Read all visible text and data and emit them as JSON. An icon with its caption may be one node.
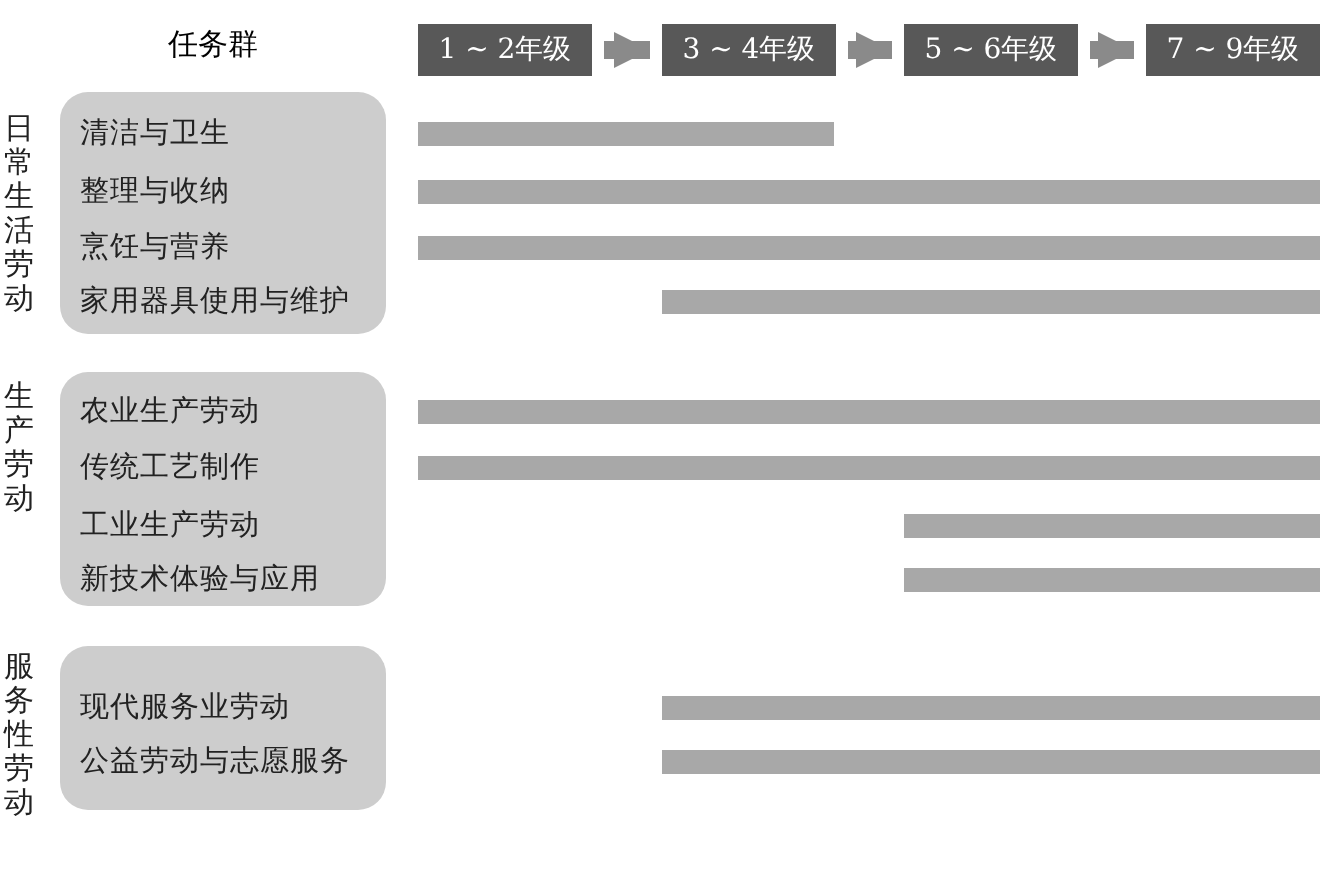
{
  "diagram": {
    "nodes": [
      {
        "text": [
          "1 ~ 2年级"
        ]
      },
      {
        "text": [
          "3 ~ 4年级"
        ]
      },
      {
        "text": [
          "5 ~ 6年级"
        ]
      },
      {
        "text": [
          "7 ~ 9年级"
        ]
      },
      {
        "text": [
          "日常生活劳动",
          "清洁与卫生",
          "整理与收纳",
          "烹饪与营养",
          "家用器具使用与维护"
        ]
      },
      {
        "text": [
          "生产劳动",
          "农业生产劳动",
          "传统工艺制作",
          "工业生产劳动",
          "新技术体验与应用"
        ]
      },
      {
        "text": [
          "服务性劳动",
          "现代服务业劳动",
          "公益劳动与志愿服务"
        ]
      },
      {
        "text": [],
        "shape": "bar"
      },
      {
        "text": [],
        "shape": "bar"
      },
      {
        "text": [],
        "shape": "bar"
      },
      {
        "text": [],
        "shape": "bar"
      },
      {
        "text": [],
        "shape": "bar"
      },
      {
        "text": [],
        "shape": "bar"
      },
      {
        "text": [],
        "shape": "bar"
      },
      {
        "text": [],
        "shape": "bar"
      },
      {
        "text": [],
        "shape": "bar"
      },
      {
        "text": [],
        "shape": "bar"
      }
    ],
    "edges": [
      {
        "from": 0,
        "to": 1,
        "arrow": "to"
      },
      {
        "from": 1,
        "to": 2,
        "arrow": "to"
      },
      {
        "from": 2,
        "to": 3,
        "arrow": "to"
      }
    ],
    "labels": [
      "任务群"
    ]
  }
}
